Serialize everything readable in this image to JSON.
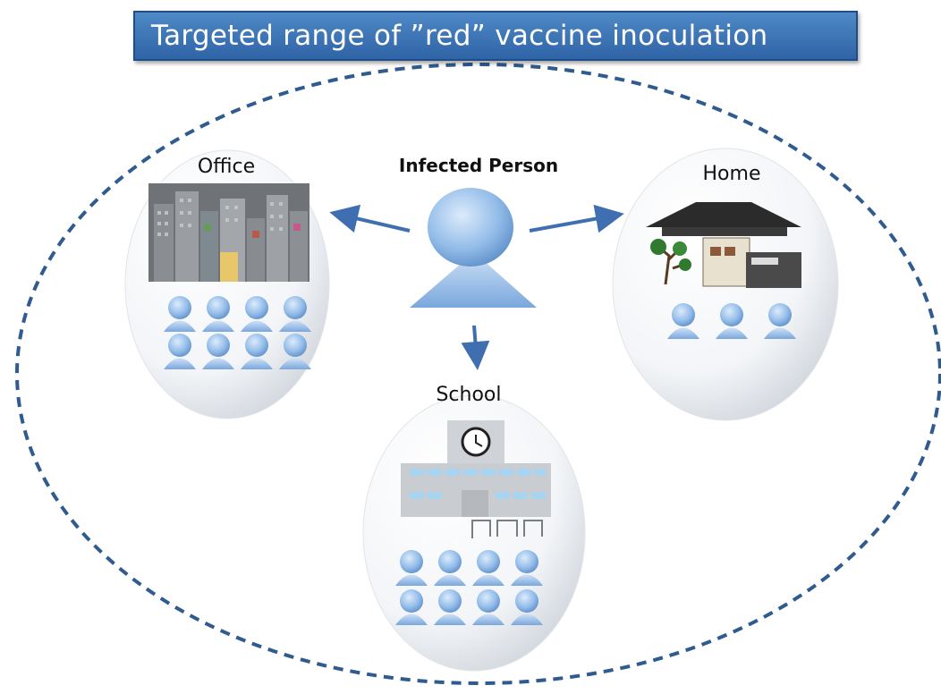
{
  "title": "Targeted range of ”red” vaccine inoculation",
  "center_label": "Infected Person",
  "groups": {
    "office": {
      "label": "Office",
      "people_count": 8,
      "icon": "office-buildings-icon"
    },
    "home": {
      "label": "Home",
      "people_count": 3,
      "icon": "house-icon"
    },
    "school": {
      "label": "School",
      "people_count": 8,
      "icon": "school-building-icon"
    }
  },
  "colors": {
    "banner": "#3b74b8",
    "person": "#8fb8e6",
    "arrow": "#3f6fb0",
    "dashed_boundary": "#2f5b8f"
  }
}
